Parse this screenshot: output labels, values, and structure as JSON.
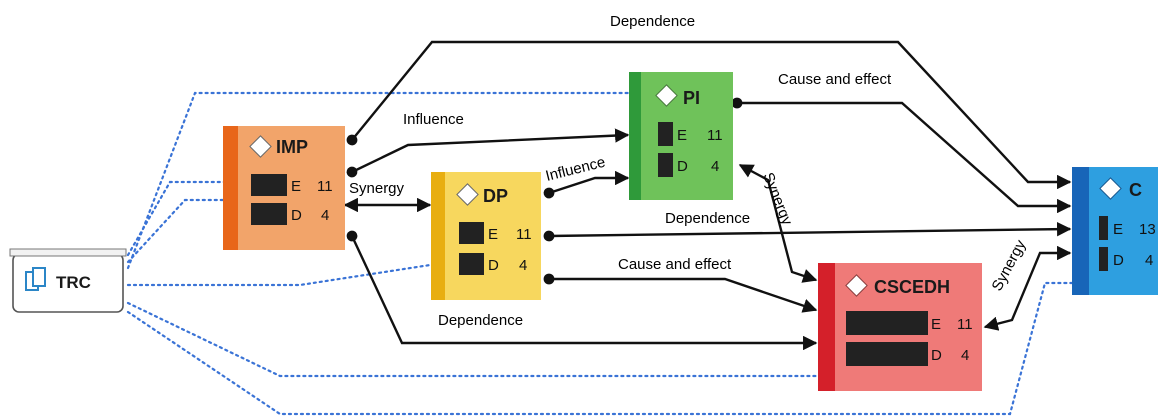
{
  "nodes": {
    "trc": {
      "title": "TRC"
    },
    "imp": {
      "title": "IMP",
      "e_label": "E",
      "e_value": "11",
      "d_label": "D",
      "d_value": "4"
    },
    "dp": {
      "title": "DP",
      "e_label": "E",
      "e_value": "11",
      "d_label": "D",
      "d_value": "4"
    },
    "pi": {
      "title": "PI",
      "e_label": "E",
      "e_value": "11",
      "d_label": "D",
      "d_value": "4"
    },
    "cscedh": {
      "title": "CSCEDH",
      "e_label": "E",
      "e_value": "11",
      "d_label": "D",
      "d_value": "4"
    },
    "c": {
      "title": "C",
      "e_label": "E",
      "e_value": "13",
      "d_label": "D",
      "d_value": "4"
    }
  },
  "edges": {
    "imp_c_dependence": "Dependence",
    "pi_c_cause_effect": "Cause and effect",
    "imp_pi_influence": "Influence",
    "imp_dp_synergy": "Synergy",
    "dp_pi_influence": "Influence",
    "dp_c_dependence": "Dependence",
    "pi_cscedh_synergy": "Synergy",
    "dp_cscedh_cause_effect": "Cause and effect",
    "imp_cscedh_dependence": "Dependence",
    "c_cscedh_synergy": "Synergy"
  },
  "colors": {
    "imp_body": "#f2a46a",
    "imp_strip": "#e8661a",
    "dp_body": "#f7d75e",
    "dp_strip": "#e8ae10",
    "pi_body": "#6fc25a",
    "pi_strip": "#2f9a3a",
    "cscedh_body": "#ef7a78",
    "cscedh_strip": "#d4202a",
    "c_body": "#2e9fe0",
    "c_strip": "#1865b8",
    "dotted_link": "#3a73d6",
    "metric_bar": "#222222"
  }
}
